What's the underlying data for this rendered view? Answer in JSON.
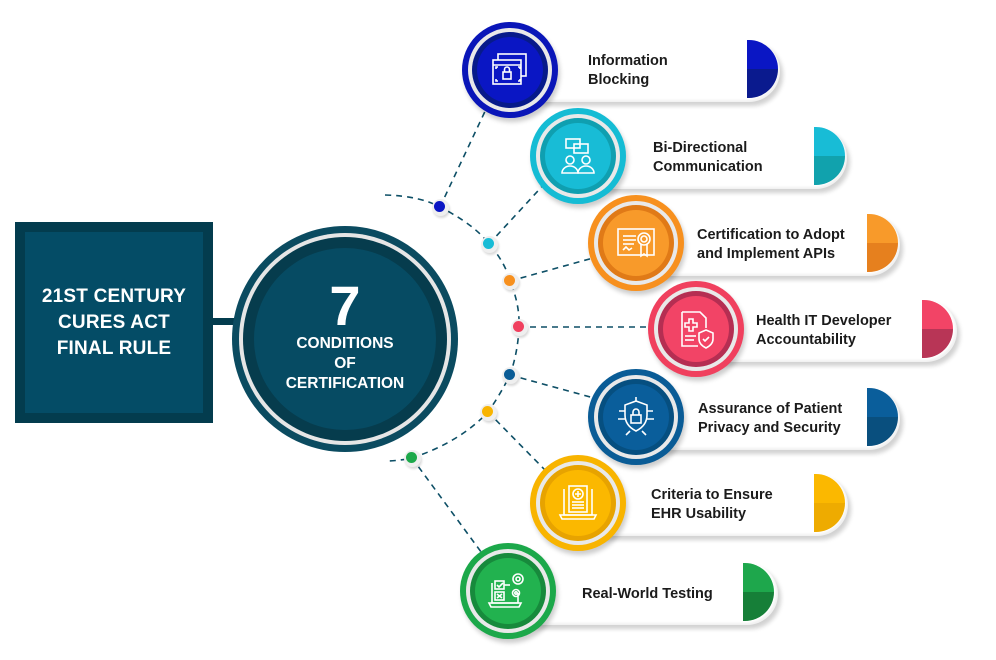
{
  "title_box": {
    "lines": [
      "21ST CENTURY",
      "CURES ACT",
      "FINAL RULE"
    ],
    "color": "#044c66"
  },
  "hub": {
    "number": "7",
    "lines": [
      "CONDITIONS",
      "OF",
      "CERTIFICATION"
    ],
    "color": "#064b63"
  },
  "connector_color": "#0d4f66",
  "conditions": [
    {
      "label_lines": [
        "Information",
        "Blocking"
      ],
      "icon": "browser-lock-icon",
      "color": "#0a16b8",
      "dark": "#071a8a",
      "tab_top": "#0a16c4",
      "tab_bottom": "#0a1a8e"
    },
    {
      "label_lines": [
        "Bi-Directional",
        "Communication"
      ],
      "icon": "chat-users-icon",
      "color": "#15bcd4",
      "dark": "#0f9fb0",
      "tab_top": "#18bcd6",
      "tab_bottom": "#11a2ad"
    },
    {
      "label_lines": [
        "Certification to Adopt",
        "and Implement APIs"
      ],
      "icon": "certificate-icon",
      "color": "#f7901e",
      "dark": "#e07a17",
      "tab_top": "#f89a2a",
      "tab_bottom": "#e6801e"
    },
    {
      "label_lines": [
        "Health IT Developer",
        "Accountability"
      ],
      "icon": "medical-doc-shield-icon",
      "color": "#f0405e",
      "dark": "#b52e52",
      "tab_top": "#f24466",
      "tab_bottom": "#b83556"
    },
    {
      "label_lines": [
        "Assurance of Patient",
        "Privacy and Security"
      ],
      "icon": "shield-lock-circuit-icon",
      "color": "#0a5c96",
      "dark": "#064f80",
      "tab_top": "#0a5e9b",
      "tab_bottom": "#094f7e"
    },
    {
      "label_lines": [
        "Criteria to Ensure",
        "EHR Usability"
      ],
      "icon": "laptop-health-record-icon",
      "color": "#f8b400",
      "dark": "#e7a300",
      "tab_top": "#fbb800",
      "tab_bottom": "#eeab00"
    },
    {
      "label_lines": [
        "Real-World Testing"
      ],
      "icon": "laptop-checklist-gears-icon",
      "color": "#1ca84a",
      "dark": "#178a3c",
      "tab_top": "#1ea74c",
      "tab_bottom": "#167f38"
    }
  ]
}
